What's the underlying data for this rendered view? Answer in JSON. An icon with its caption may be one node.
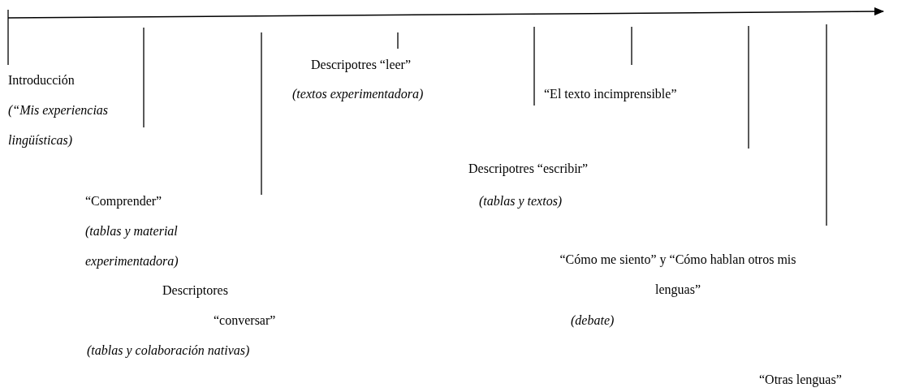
{
  "diagram": {
    "labels": [
      "Introducción",
      "(“Mis experiencias lingüísticas)",
      "“Comprender”",
      "(tablas y material experimentadora)",
      "Descriptores “conversar”",
      "(tablas y colaboración nativas)",
      "Descripotres “leer”",
      "(textos experimentadora)",
      "“El texto incimprensible”",
      "Descripotres “escribir”",
      "(tablas y textos)",
      "“Cómo me siento” y “Cómo hablan otros mis lenguas”",
      "(debate)",
      "“Otras lenguas”"
    ]
  }
}
